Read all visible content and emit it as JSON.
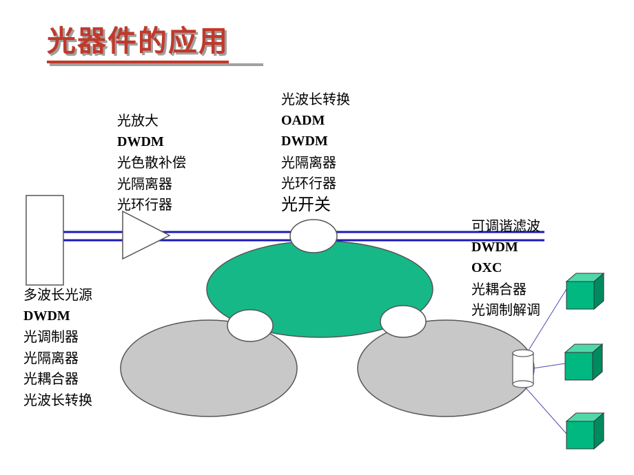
{
  "slide": {
    "title": "光器件的应用"
  },
  "labels": {
    "source": [
      "多波长光源",
      "DWDM",
      "光调制器",
      "光隔离器",
      "光耦合器",
      "光波长转换"
    ],
    "amplifier": [
      "光放大",
      "DWDM",
      "光色散补偿",
      "光隔离器",
      "光环行器"
    ],
    "oadm_node": [
      "光波长转换",
      "OADM",
      "DWDM",
      "光隔离器",
      "光环行器",
      "光开关"
    ],
    "right": [
      "可调谐滤波",
      "DWDM",
      "OXC",
      "光耦合器",
      "光调制解调"
    ]
  },
  "colors": {
    "title": "#c0392b",
    "fiber": "#1a1ab8",
    "top_ring": "#16b888",
    "side_rings": "#c8c8c8",
    "cubes": "#00b880"
  }
}
